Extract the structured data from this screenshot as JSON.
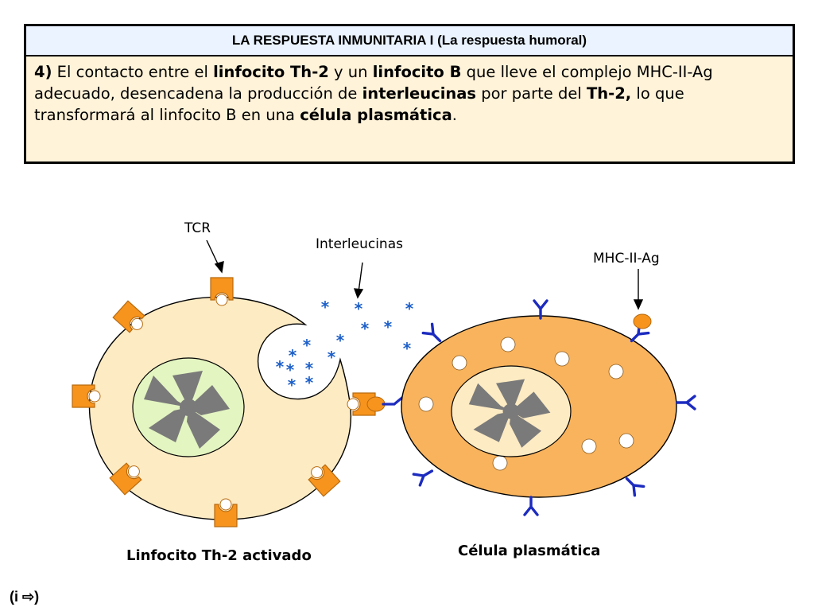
{
  "header": {
    "title": "LA RESPUESTA INMUNITARIA I (La respuesta humoral)"
  },
  "description": {
    "number": "4)",
    "t1": " El contacto entre el ",
    "b1": "linfocito Th-2",
    "t2": " y un ",
    "b2": "linfocito B",
    "t3": " que lleve el complejo MHC-II-Ag adecuado, desencadena la producción de ",
    "b3": "interleucinas",
    "t4": " por parte del ",
    "b4": "Th-2,",
    "t5": " lo que transformará al linfocito B en una ",
    "b5": "célula plasmática",
    "t6": "."
  },
  "labels": {
    "tcr": "TCR",
    "interleukins": "Interleucinas",
    "mhc": "MHC-II-Ag",
    "th2_caption": "Linfocito Th-2 activado",
    "plasma_caption": "Célula plasmática"
  },
  "nav": {
    "label": "(i ⇨)"
  },
  "colors": {
    "th2_cytoplasm": "#fdebc3",
    "th2_nucleus": "#e3f5c1",
    "chromatin": "#7a7a7a",
    "receptor": "#f7941d",
    "plasma_cytoplasm": "#f9b35c",
    "plasma_nucleus": "#fdebc3",
    "antibody": "#1c2bbf",
    "interleukin": "#1c5fc9",
    "header_bg": "#eaf3ff",
    "text_bg": "#fff3d9"
  },
  "icons": {
    "receptor": "tcr-receptor-icon",
    "antibody": "antibody-icon",
    "interleukin": "interleukin-asterisk-icon"
  }
}
